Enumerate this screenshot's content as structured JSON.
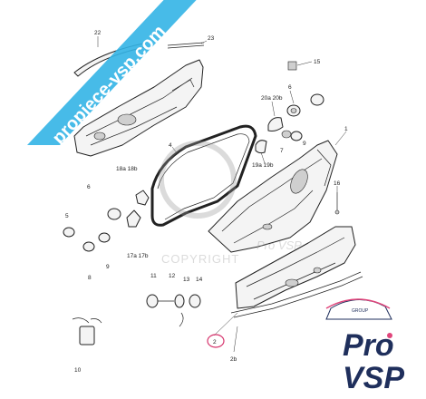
{
  "watermark": {
    "banner": "propiece-vsp.com",
    "copyright": "COPYRIGHT",
    "brand_mark": "Pro VSP"
  },
  "logo": {
    "top": "Pro",
    "bottom": "VSP",
    "group": "GROUP"
  },
  "callouts": {
    "n1": "1",
    "n2": "2",
    "n2b": "2b",
    "n4": "4",
    "n5": "5",
    "n6a": "6",
    "n6b": "6",
    "n7": "7",
    "n8": "8",
    "n9a": "9",
    "n9b": "9",
    "n10": "10",
    "n11": "11",
    "n12": "12",
    "n13": "13",
    "n14": "14",
    "n15": "15",
    "n16": "16",
    "n17": "17a 17b",
    "n18": "18a 18b",
    "n19": "19a 19b",
    "n20": "20a 20b",
    "n22": "22",
    "n23": "23"
  },
  "highlight": {
    "color": "#d6336c",
    "label": "2"
  },
  "colors": {
    "banner": "#33b4e6",
    "logo_dark": "#1f2f5c",
    "logo_accent": "#e0457b"
  }
}
